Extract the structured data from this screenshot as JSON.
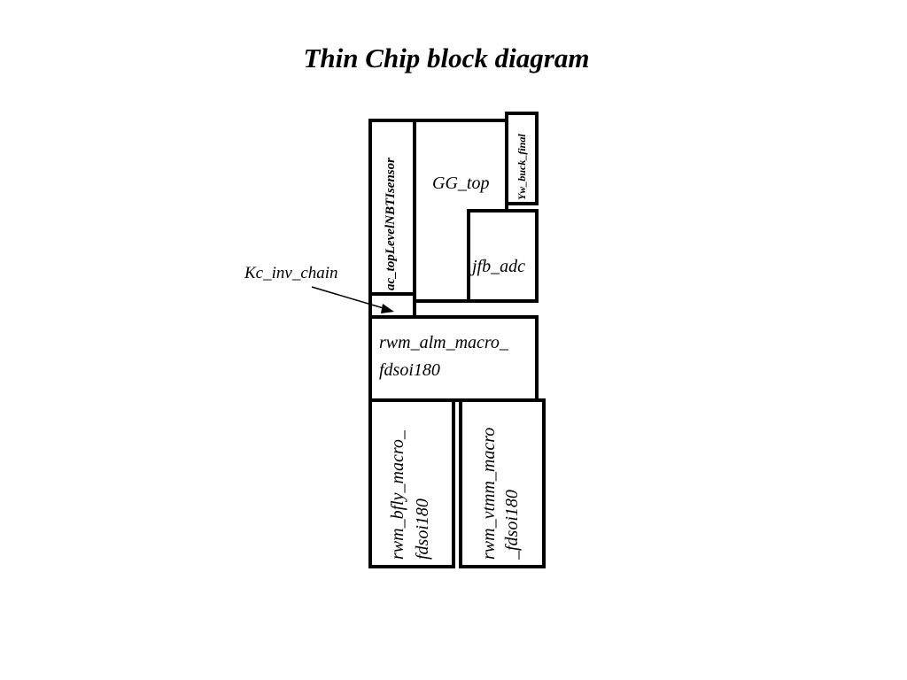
{
  "title": "Thin Chip block diagram",
  "blocks": {
    "sensor": "ac_topLevelNBTIsensor",
    "gg_top": "GG_top",
    "buck": "Yw_buck_final",
    "adc": "jfb_adc",
    "inv_chain_label": "Kc_inv_chain",
    "alm_line1": "rwm_alm_macro_",
    "alm_line2": "fdsoi180",
    "bfly_line1": "rwm_bfly_macro_",
    "bfly_line2": "fdsoi180",
    "vtmm_line1": "rwm_vtmm_macro",
    "vtmm_line2": "_fdsoi180"
  }
}
